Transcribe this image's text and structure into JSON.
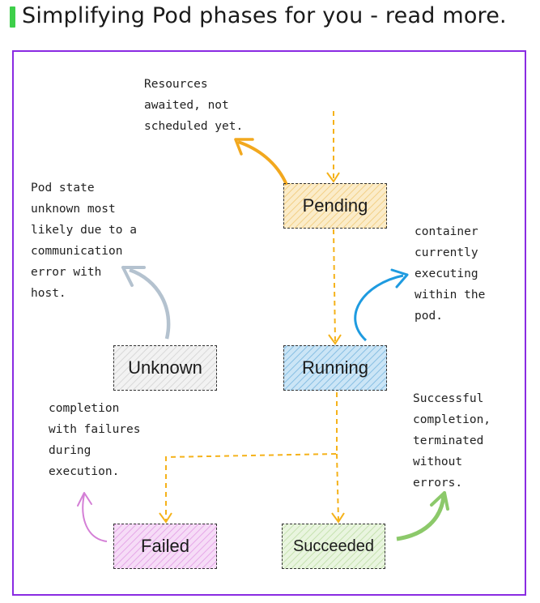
{
  "header": {
    "title": "Simplifying Pod phases for you - read more.",
    "accent_color": "#3ecf4a"
  },
  "frame": {
    "border_color": "#8a2be2"
  },
  "states": {
    "pending": {
      "label": "Pending",
      "fill": "#f7deaa"
    },
    "running": {
      "label": "Running",
      "fill": "#a9d3ee"
    },
    "unknown": {
      "label": "Unknown",
      "fill": "#e4e4e4"
    },
    "failed": {
      "label": "Failed",
      "fill": "#efbdf0"
    },
    "succeeded": {
      "label": "Succeeded",
      "fill": "#d6ecc5"
    }
  },
  "notes": {
    "pending": "Resources\nawaited, not\nscheduled yet.",
    "unknown": "Pod state\nunknown most\nlikely due to a\ncommunication\nerror with\nhost.",
    "running": "container\ncurrently\nexecuting\nwithin the\npod.",
    "failed": "completion\nwith failures\nduring\nexecution.",
    "succeeded": "Successful\ncompletion,\nterminated\nwithout\nerrors."
  },
  "arrow_colors": {
    "flow": "#f5b21a",
    "pending_note": "#f2a81e",
    "unknown_note": "#b4c2cf",
    "running_note": "#1e9be0",
    "failed_note": "#d47fd6",
    "succeeded_note": "#8cc96a"
  }
}
